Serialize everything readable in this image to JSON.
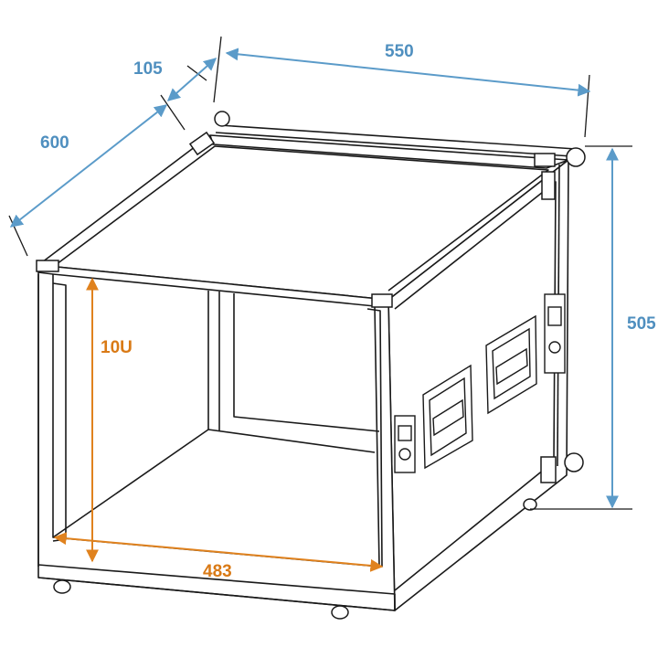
{
  "colors": {
    "outline": "#1a1a1a",
    "blue_dimension": "#5b9bc9",
    "blue_text": "#4f8fbf",
    "orange_dimension": "#e0821e",
    "orange_text": "#d97a16",
    "background": "#ffffff"
  },
  "dimensions": {
    "width": "550",
    "depth": "600",
    "lid_offset": "105",
    "height": "505",
    "rack_units": "10U",
    "inner_width": "483"
  },
  "icons": {
    "handle_left": "recessed-handle-icon",
    "handle_right": "recessed-handle-icon",
    "latch": "butterfly-latch-icon",
    "corner": "ball-corner-icon"
  }
}
